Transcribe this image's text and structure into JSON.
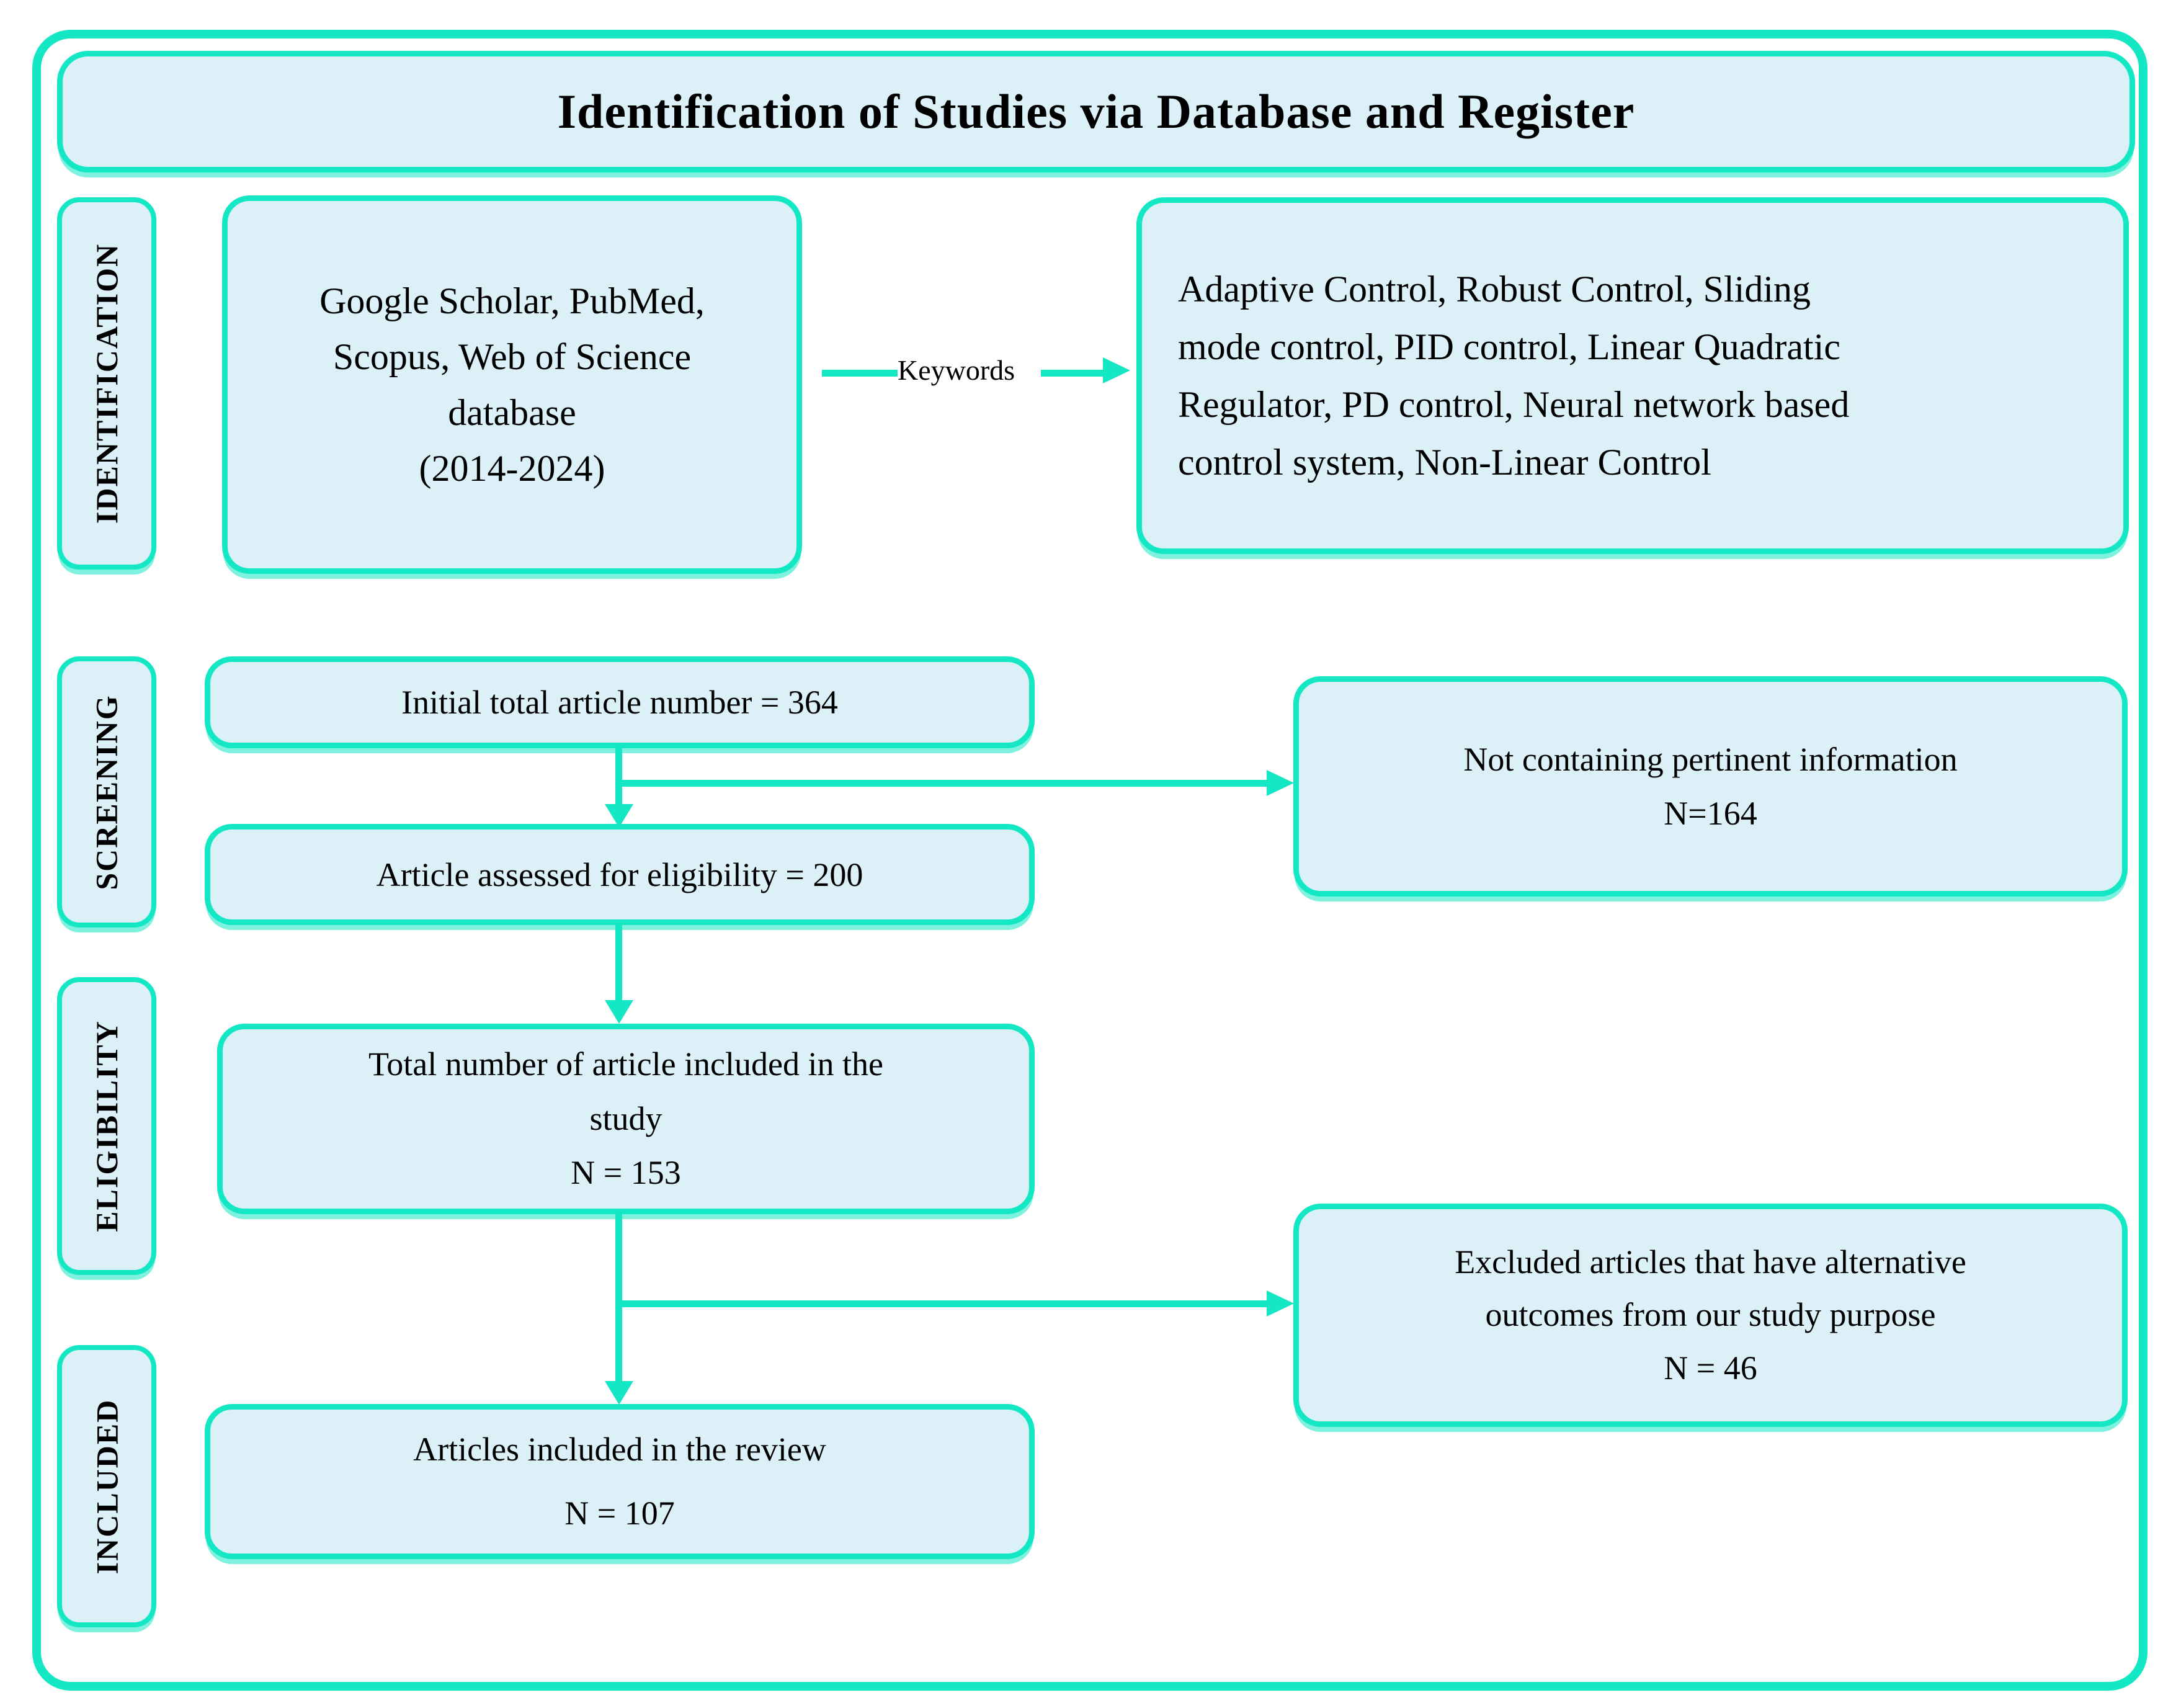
{
  "title": "Identification of Studies via Database and Register",
  "colors": {
    "accent": "#14e7c4",
    "box_fill": "#dcf0f8",
    "text": "#000000"
  },
  "sidebar": {
    "stages": [
      {
        "label": "IDENTIFICATION"
      },
      {
        "label": "SCREENING"
      },
      {
        "label": "ELIGIBILITY"
      },
      {
        "label": "INCLUDED"
      }
    ]
  },
  "flow": {
    "databases_box": "Google Scholar, PubMed,\nScopus, Web of Science\ndatabase\n(2014-2024)",
    "keywords_arrow_label": "Keywords",
    "keywords_box": "Adaptive Control, Robust Control, Sliding\nmode control, PID control, Linear Quadratic\nRegulator, PD control, Neural network based\ncontrol system, Non-Linear Control",
    "initial_box": "Initial total article number = 364",
    "not_pertinent_box": "Not containing pertinent information\nN=164",
    "assessed_box": "Article assessed for eligibility = 200",
    "included_study_box": "Total number of article included in the\nstudy\nN = 153",
    "excluded_box": "Excluded articles that have alternative\noutcomes from our study purpose\nN = 46",
    "review_box": "Articles included in the review\nN = 107"
  }
}
